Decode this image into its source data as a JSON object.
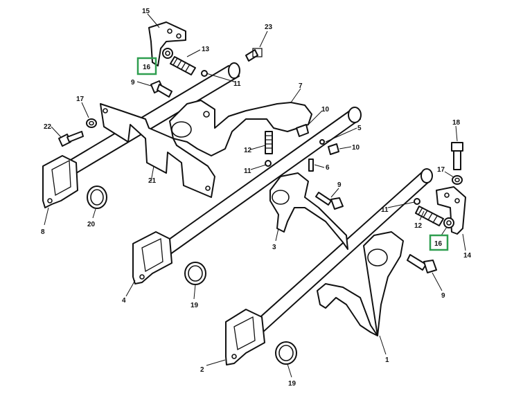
{
  "colors": {
    "highlight": "#2e9e4f",
    "line": "#111111",
    "background": "#ffffff"
  },
  "labels": {
    "p15": "15",
    "p16a": "16",
    "p13": "13",
    "p23": "23",
    "p9a": "9",
    "p11a": "11",
    "p7": "7",
    "p17a": "17",
    "p22": "22",
    "p10a": "10",
    "p5": "5",
    "p10b": "10",
    "p12a": "12",
    "p11b": "11",
    "p6": "6",
    "p9b": "9",
    "p21": "21",
    "p8": "8",
    "p20": "20",
    "p3": "3",
    "p18": "18",
    "p17b": "17",
    "p11c": "11",
    "p12b": "12",
    "p16b": "16",
    "p14": "14",
    "p4": "4",
    "p19a": "19",
    "p9c": "9",
    "p2": "2",
    "p19b": "19",
    "p1": "1"
  }
}
